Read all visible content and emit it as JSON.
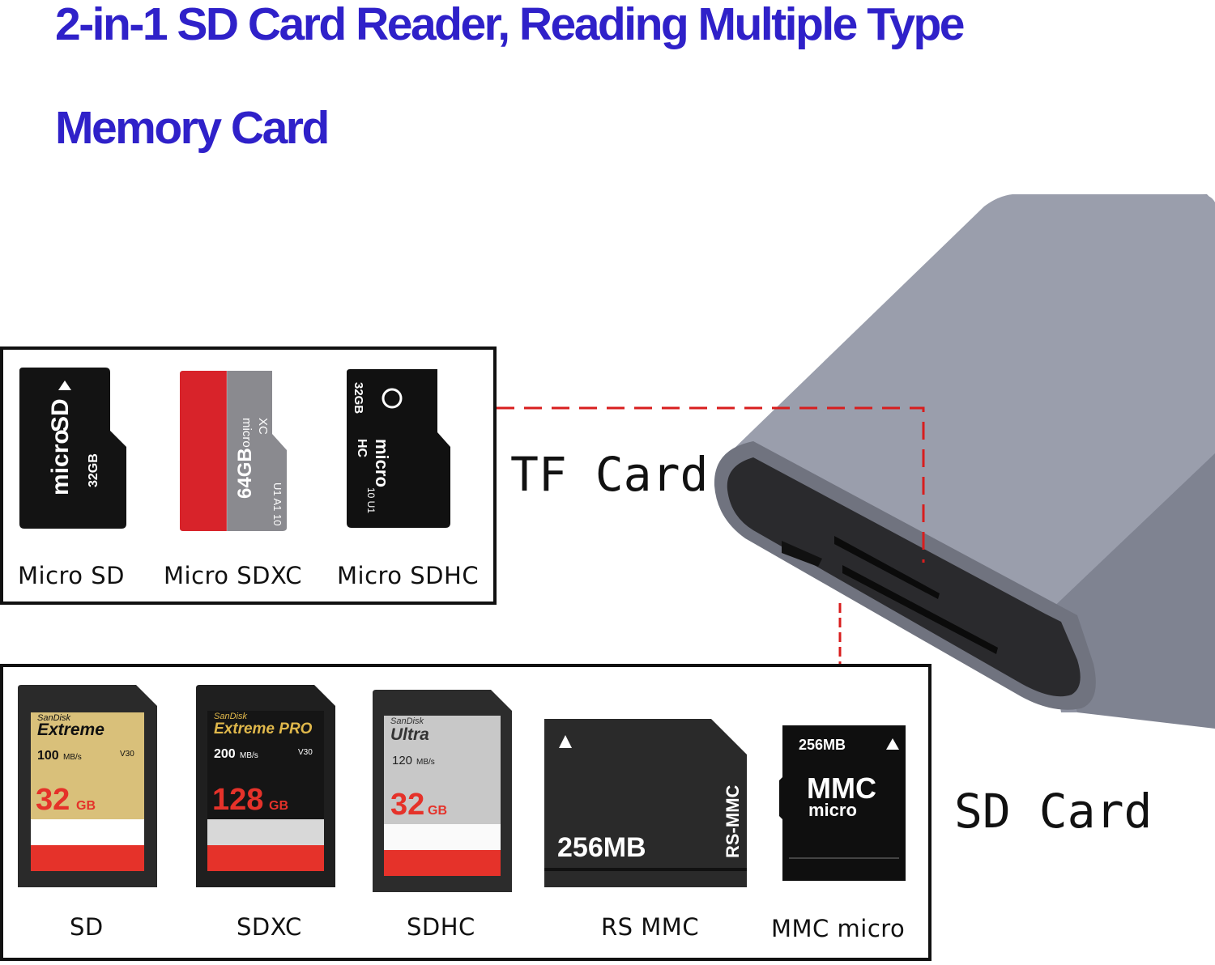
{
  "headline": {
    "line1": "2-in-1 SD Card Reader,  Reading Multiple Type",
    "line2": "Memory Card"
  },
  "tf_group": {
    "label": "TF Card",
    "cards": [
      {
        "caption": "Micro SD",
        "print": {
          "brand": "micro",
          "brand2": "SD",
          "capacity": "32GB"
        }
      },
      {
        "caption": "Micro SDXC",
        "print": {
          "capacity": "64GB",
          "brand": "micro",
          "class": "XC",
          "badges": "U1 A1 10"
        }
      },
      {
        "caption": "Micro SDHC",
        "print": {
          "capacity": "32GB",
          "brand": "micro",
          "class": "HC",
          "badges": "10 U1"
        }
      }
    ]
  },
  "sd_group": {
    "label": "SD Card",
    "cards": [
      {
        "caption": "SD",
        "print": {
          "maker": "SanDisk",
          "line": "Extreme",
          "speed": "100",
          "speed_unit": "MB/s",
          "class": "V30",
          "capacity": "32",
          "unit": "GB"
        }
      },
      {
        "caption": "SDXC",
        "print": {
          "maker": "SanDisk",
          "line": "Extreme PRO",
          "speed": "200",
          "speed_unit": "MB/s",
          "class": "V30",
          "capacity": "128",
          "unit": "GB"
        }
      },
      {
        "caption": "SDHC",
        "print": {
          "maker": "SanDisk",
          "line": "Ultra",
          "speed": "120",
          "speed_unit": "MB/s",
          "capacity": "32",
          "unit": "GB"
        }
      },
      {
        "caption": "RS MMC",
        "print": {
          "capacity": "256MB",
          "type": "RS-MMC"
        }
      },
      {
        "caption": "MMC micro",
        "print": {
          "capacity": "256MB",
          "brand": "MMC",
          "brand2": "micro"
        }
      }
    ]
  },
  "colors": {
    "headline": "#2f21c9",
    "connector": "#d81e1e",
    "reader_body": "#8c8f9c",
    "sd_red": "#e5322a"
  }
}
